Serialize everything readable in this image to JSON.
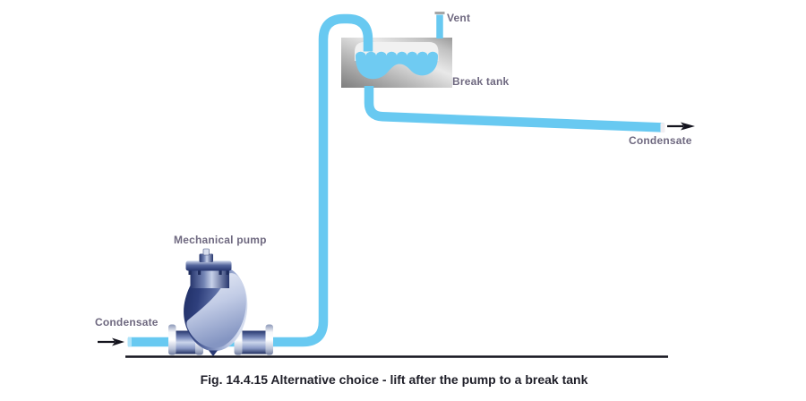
{
  "figure": {
    "caption": "Fig. 14.4.15 Alternative choice - lift after the pump to a break tank",
    "labels": {
      "vent": "Vent",
      "break_tank": "Break tank",
      "condensate_out": "Condensate",
      "condensate_in": "Condensate",
      "mechanical_pump": "Mechanical pump"
    },
    "icons": [
      "flow-arrow-in-icon",
      "flow-arrow-out-icon",
      "vent-cap-icon"
    ],
    "colors": {
      "pipe_blue": "#68C9F1",
      "water_blue": "#6FCBF2",
      "label_text": "#6F6980",
      "caption_text": "#1E1E28",
      "arrow_and_ground": "#14141E",
      "tank_gray_dark": "#8A8A8A",
      "tank_gray_light": "#E9E9E9",
      "tank_headspace": "#F1F1F1",
      "pump_navy_dark": "#1C2B60",
      "pump_navy_light": "#D5DDEF",
      "flange_white": "#FFFFFF"
    }
  }
}
